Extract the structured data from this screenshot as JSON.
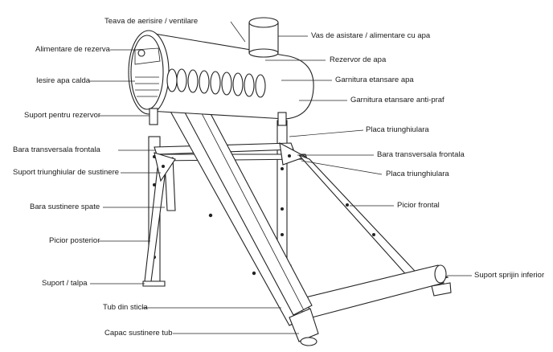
{
  "labels": {
    "vent_pipe": "Teava de aerisire / ventilare",
    "aux_tank": "Vas de asistare / alimentare cu apa",
    "backup_feed": "Alimentare de rezerva",
    "water_tank": "Rezervor de apa",
    "hot_water_outlet": "Iesire apa calda",
    "water_seal": "Garnitura etansare apa",
    "dust_seal": "Garnitura etansare anti-praf",
    "tank_support": "Suport pentru rezervor",
    "triangle_plate_top": "Placa triunghiulara",
    "front_crossbar_left": "Bara transversala frontala",
    "front_crossbar_right": "Bara transversala frontala",
    "triangle_support": "Suport triunghiular de sustinere",
    "triangle_plate_right": "Placa triunghiulara",
    "rear_support_bar": "Bara sustinere spate",
    "front_leg": "Picior frontal",
    "rear_leg": "Picior posterior",
    "bottom_support": "Suport sprijin inferior",
    "foot": "Suport / talpa",
    "glass_tube": "Tub din sticla",
    "tube_cap": "Capac sustinere tub"
  }
}
